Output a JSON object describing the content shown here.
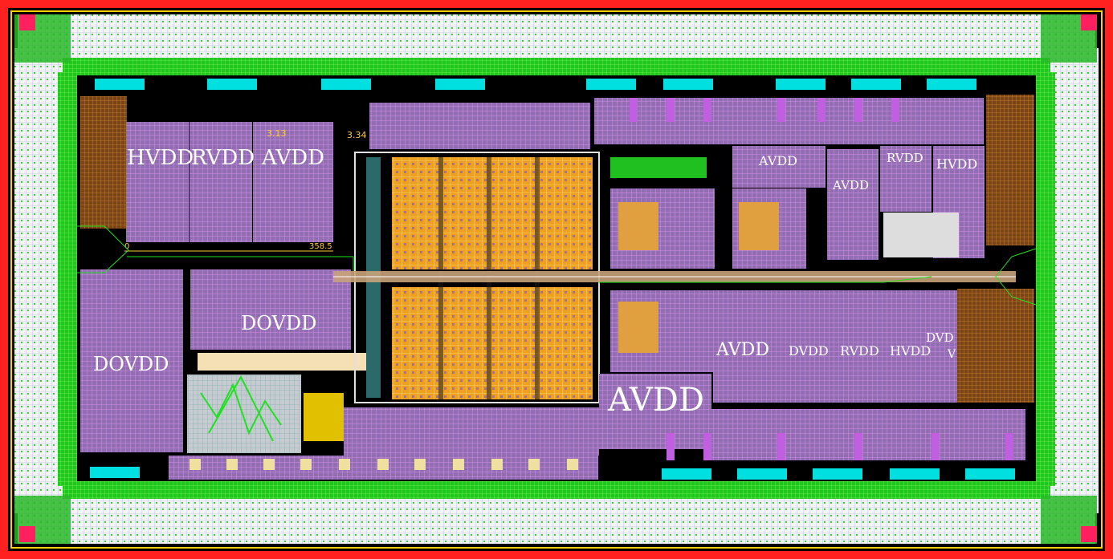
{
  "power_labels": {
    "hvdd_tl": "HVDD",
    "rvdd_tl": "RVDD",
    "avdd_tl": "AVDD",
    "dovdd_mid": "DOVDD",
    "dovdd_left": "DOVDD",
    "avdd_center": "AVDD",
    "avdd_tr1": "AVDD",
    "avdd_tr2": "AVDD",
    "rvdd_tr": "RVDD",
    "hvdd_tr": "HVDD",
    "avdd_br": "AVDD",
    "dvdd_br": "DVDD",
    "rvdd_br": "RVDD",
    "hvdd_br": "HVDD",
    "dvd_br": "DVD",
    "vs_br": "V"
  },
  "markers": {
    "m1": "3.13",
    "m2": "3.34",
    "origin": "0",
    "ruler_end": "358.5"
  },
  "colors": {
    "background": "#000000",
    "seal_ring": "#ff1a1a",
    "pad_green": "#22dd22",
    "pad_white": "#f2f2f2",
    "power_block": "#9a78b8",
    "power_block_grid": "#c98be0",
    "metal_cyan": "#00e0e0",
    "core_orange": "#f0a020",
    "fill_brown": "#a05a20"
  }
}
